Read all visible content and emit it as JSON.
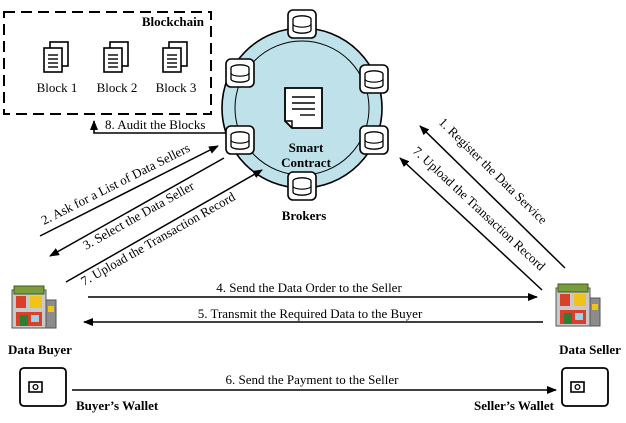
{
  "blockchain": {
    "title": "Blockchain",
    "blocks": [
      "Block 1",
      "Block 2",
      "Block 3"
    ]
  },
  "contract": {
    "label_line1": "Smart",
    "label_line2": "Contract",
    "brokers_label": "Brokers"
  },
  "actors": {
    "buyer": "Data Buyer",
    "seller": "Data Seller",
    "buyer_wallet": "Buyer’s Wallet",
    "seller_wallet": "Seller’s Wallet"
  },
  "steps": {
    "s1": "1. Register the Data Service",
    "s2": "2. Ask for a List of Data Sellers",
    "s3": "3. Select the Data Seller",
    "s4": "4. Send the Data Order to the Seller",
    "s5": "5. Transmit the Required Data to the Buyer",
    "s6": "6. Send the Payment to the Seller",
    "s7_buyer": "7. Upload the Transaction Record",
    "s7_seller": "7. Upload the Transaction Record",
    "s8": "8. Audit the Blocks"
  },
  "colors": {
    "ring_fill": "#bfe2ea",
    "ring_stroke": "#000000",
    "building_red": "#d9402b",
    "building_roof": "#7a9c3c",
    "building_yellow": "#f1c21b"
  },
  "icons": {
    "block": "document-stack-icon",
    "broker": "database-icon",
    "contract": "scroll-icon",
    "store": "shop-icon",
    "wallet": "safe-icon"
  }
}
